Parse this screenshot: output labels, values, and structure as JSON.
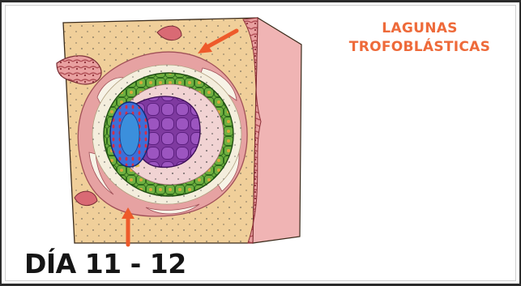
{
  "figure": {
    "label_line1": "LAGUNAS",
    "label_line2": "TROFOBLÁSTICAS",
    "day_label": "DÍA 11 - 12"
  },
  "colors": {
    "label_orange": "#ee6a3a",
    "arrow_orange": "#ee5a2a",
    "endometrium": "#f0cf9a",
    "syncytio_pink": "#e6a2a2",
    "cytotrophoblast_green": "#5a9e3a",
    "extraembryonic_mesoderm": "#f1d3d3",
    "yolk_purple": "#7c3b9c",
    "epiblast_blue": "#2d5cc8",
    "epithelium_red": "#c86468"
  },
  "icons": {
    "arrow_top": "arrow-pointing-to-lacuna",
    "arrow_bottom": "arrow-pointing-to-lacuna"
  }
}
